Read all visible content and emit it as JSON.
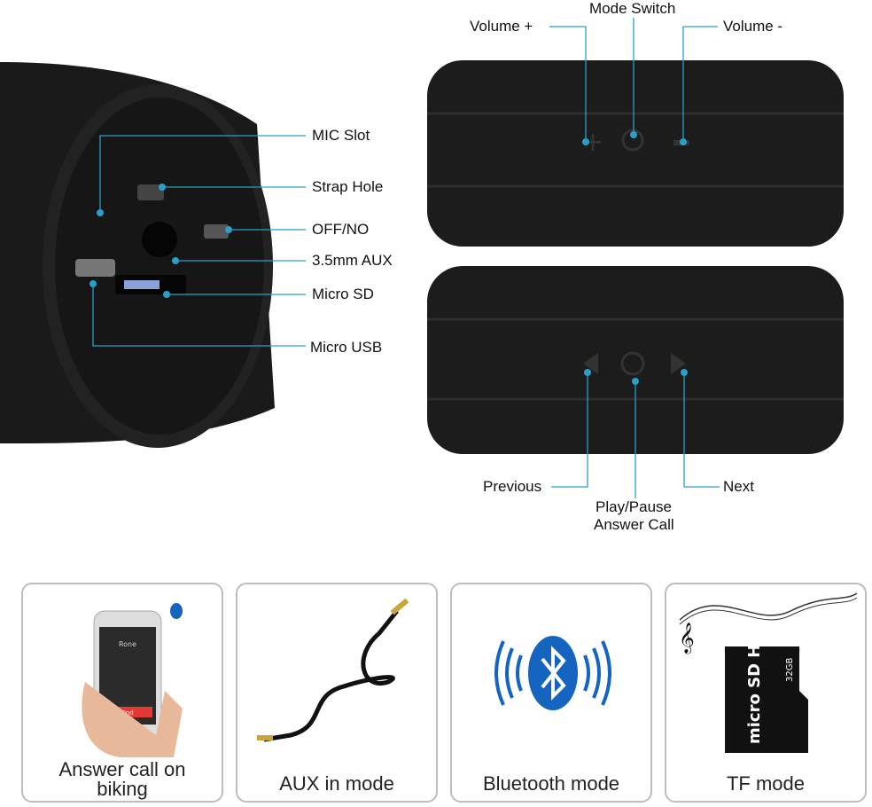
{
  "callouts_left": {
    "mic_slot": "MIC Slot",
    "strap_hole": "Strap Hole",
    "off_on": "OFF/NO",
    "aux": "3.5mm AUX",
    "micro_sd": "Micro SD",
    "micro_usb": "Micro USB"
  },
  "callouts_top": {
    "volume_up": "Volume +",
    "mode_switch": "Mode Switch",
    "volume_down": "Volume -"
  },
  "callouts_bottom": {
    "previous": "Previous",
    "play_pause": "Play/Pause",
    "answer_call": "Answer Call",
    "next": "Next"
  },
  "modes": [
    {
      "label_line1": "Answer call on",
      "label_line2": "biking",
      "phone_caller": "Rone",
      "phone_button": "End"
    },
    {
      "label": "AUX in mode"
    },
    {
      "label": "Bluetooth mode"
    },
    {
      "label": "TF mode",
      "card_text": "micro SD HC",
      "card_capacity": "32GB"
    }
  ],
  "colors": {
    "callout": "#2a9fc9",
    "bluetooth": "#1565c0",
    "speaker": "#1c1c1c"
  }
}
